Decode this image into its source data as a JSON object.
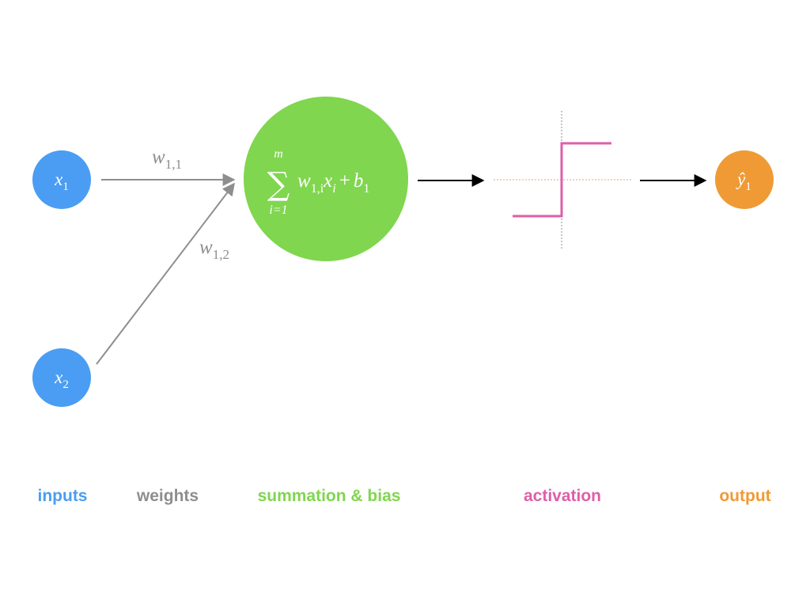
{
  "colors": {
    "input": "#4A9DF2",
    "weight": "#8E8E8E",
    "summation": "#80D64F",
    "activation": "#DE5FA8",
    "output": "#EF9A35",
    "threshold": "#D8A98A",
    "arrow": "#000000"
  },
  "nodes": {
    "x1": {
      "base": "x",
      "sub": "1"
    },
    "x2": {
      "base": "x",
      "sub": "2"
    },
    "summation": {
      "sigma": "∑",
      "upper": "m",
      "lower": "i=1",
      "w": "w",
      "w_sub": "1,i",
      "x": "x",
      "x_sub": "i",
      "plus": "+",
      "b": "b",
      "b_sub": "1"
    },
    "output": {
      "base": "ŷ",
      "sub": "1"
    }
  },
  "weights": {
    "w11": {
      "base": "w",
      "sub": "1,1"
    },
    "w12": {
      "base": "w",
      "sub": "1,2"
    }
  },
  "labels": {
    "inputs": "inputs",
    "weights": "weights",
    "summation": "summation & bias",
    "activation": "activation",
    "output": "output"
  }
}
